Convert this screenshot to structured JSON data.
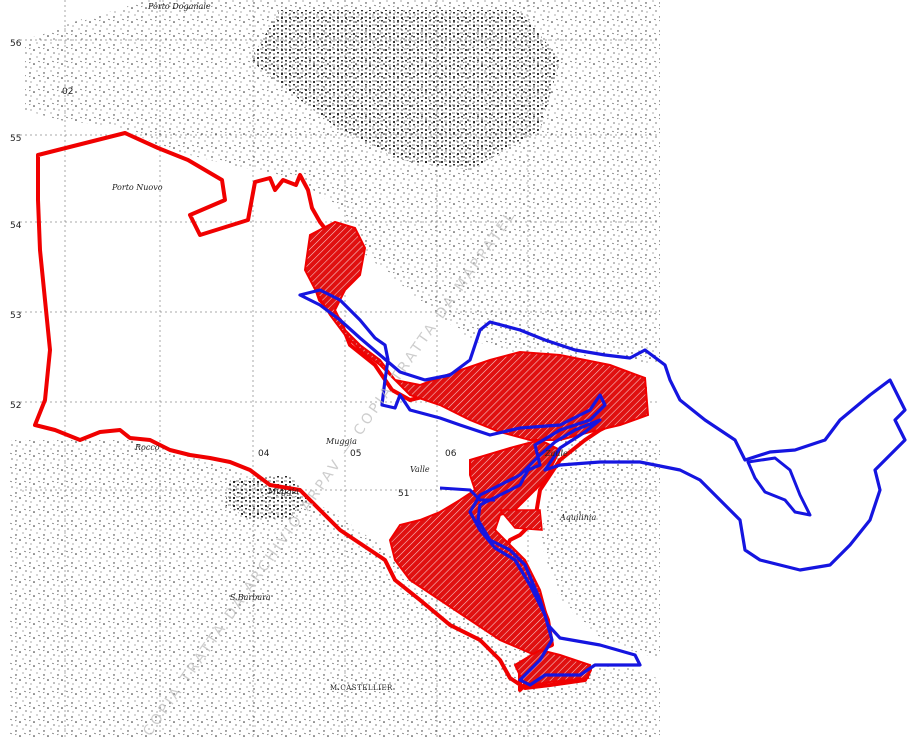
{
  "map": {
    "grid_labels": {
      "northings": [
        "56",
        "55",
        "54",
        "53",
        "52"
      ],
      "eastings": [
        "02",
        "04",
        "05",
        "06",
        "51"
      ]
    },
    "places": {
      "porto_doganale": "Porto Doganale",
      "porto_nuovo": "Porto Nuovo",
      "muggia": "Muggia",
      "valle": "Valle",
      "rocco": "Rocco",
      "zaule": "Zaule",
      "aquilinia": "Aquilinia",
      "muggia_bay": "Muggia",
      "monte": "M.CASTELLIER",
      "santa_barbara": "S.Barbara"
    },
    "watermark": "COPIA TRATTA DA ARCHIVIO ARPAV — COPIA TRATTA DA MAPPATEL",
    "colors": {
      "red_outline": "#f00000",
      "red_fill": "#e01010",
      "blue_outline": "#1515e0",
      "terrain": "#1a1a1a"
    }
  }
}
